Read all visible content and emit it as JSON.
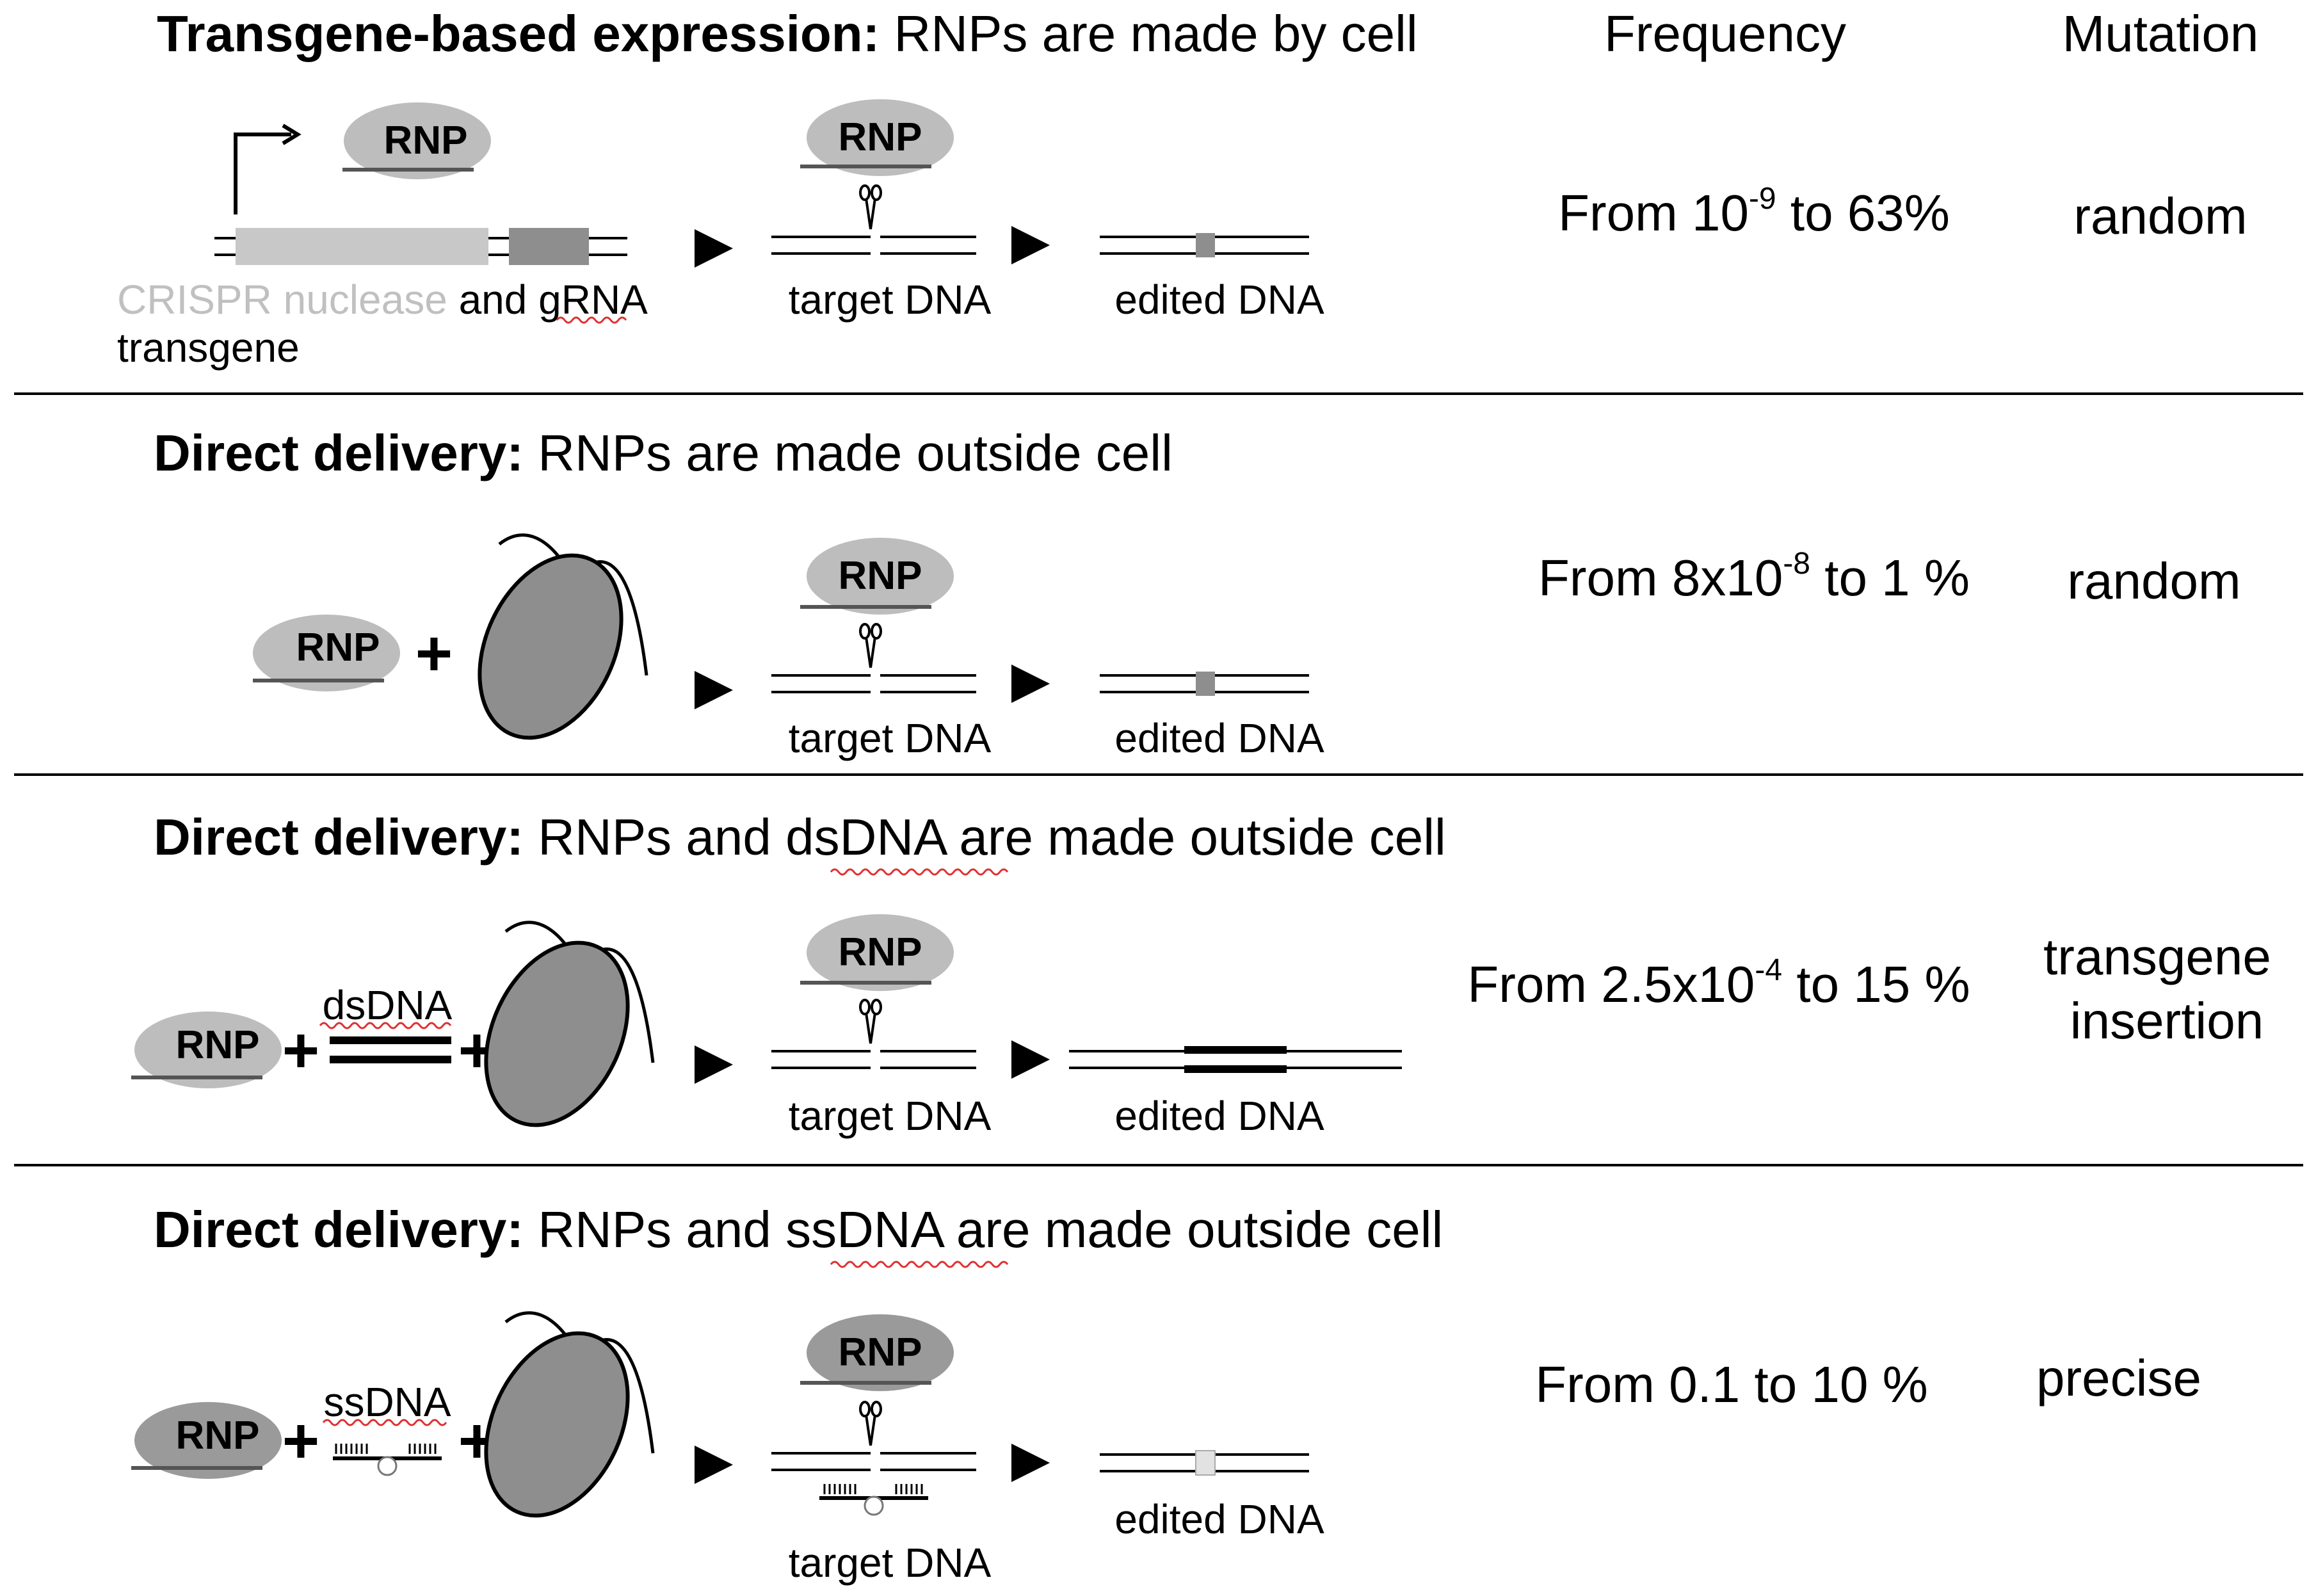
{
  "headers": {
    "frequency": "Frequency",
    "mutation": "Mutation"
  },
  "common": {
    "rnp": "RNP",
    "plus": "+",
    "target_dna": "target DNA",
    "edited_dna": "edited DNA"
  },
  "sections": [
    {
      "title_bold": "Transgene-based expression:",
      "title_rest": " RNPs are made by cell",
      "transgene_label": {
        "nuclease": "CRISPR nuclease",
        "and": " and ",
        "grna": "gRNA",
        "transgene": "transgene"
      },
      "frequency": {
        "prefix": "From 10",
        "sup": "-9",
        "suffix": " to 63%"
      },
      "mutation": [
        "random"
      ]
    },
    {
      "title_bold": "Direct delivery:",
      "title_rest": " RNPs are made outside cell",
      "frequency": {
        "prefix": "From 8x10",
        "sup": "-8",
        "suffix": " to 1 %"
      },
      "mutation": [
        "random"
      ]
    },
    {
      "title_bold": "Direct delivery:",
      "title_rest_a": " RNPs and ",
      "title_underlined": "dsDNA",
      "title_rest_b": " are made outside cell",
      "donor_label": "dsDNA",
      "frequency": {
        "prefix": "From 2.5x10",
        "sup": "-4",
        "suffix": " to 15 %"
      },
      "mutation": [
        "transgene",
        "insertion"
      ]
    },
    {
      "title_bold": "Direct delivery:",
      "title_rest_a": " RNPs and ",
      "title_underlined": "ssDNA",
      "title_rest_b": " are made outside cell",
      "donor_label": "ssDNA",
      "frequency": {
        "prefix": "From 0.1 to 10 %",
        "sup": "",
        "suffix": ""
      },
      "mutation": [
        "precise"
      ]
    }
  ],
  "colors": {
    "rnp_light": "#bdbdbd",
    "rnp_dark": "#9a9a9a",
    "cell_fill": "#8e8e8e",
    "nuclease_box": "#c8c8c8",
    "grna_box": "#8e8e8e",
    "edit_mark": "#8e8e8e",
    "precise_mark": "#e2e2e2",
    "spellcheck": "#e03030"
  }
}
